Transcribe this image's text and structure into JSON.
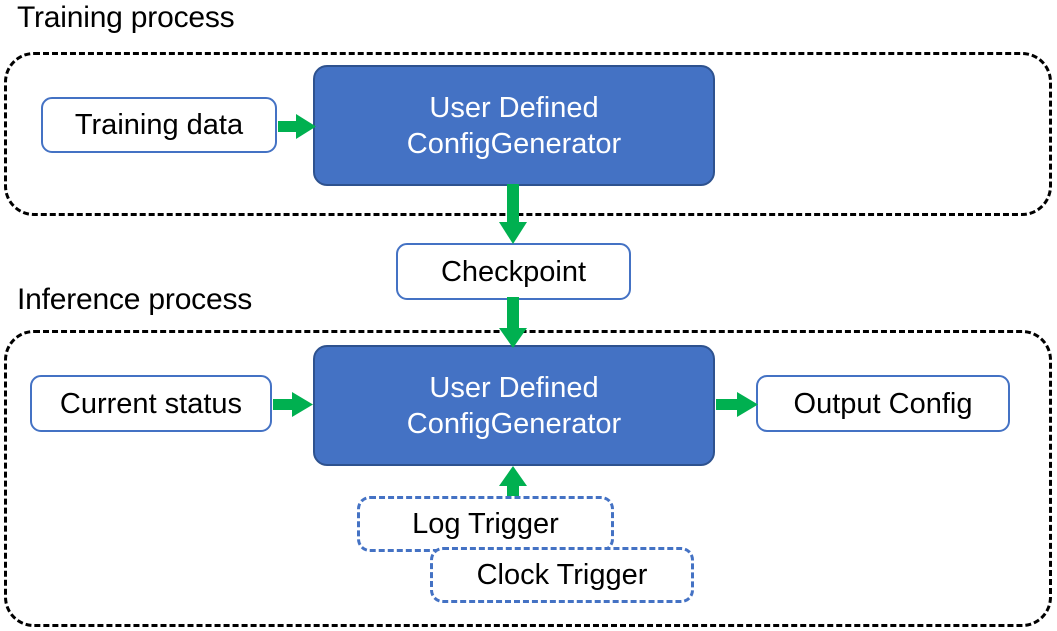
{
  "diagram": {
    "title_training": "Training process",
    "title_inference": "Inference process",
    "colors": {
      "accent_blue": "#4472C4",
      "blue_border": "#2E528F",
      "arrow_green": "#00B050",
      "container_dash": "#000000",
      "text_dark": "#000000",
      "text_light": "#FFFFFF"
    }
  },
  "training": {
    "input_box": "Training data",
    "process_box_line1": "User Defined",
    "process_box_line2": "ConfigGenerator"
  },
  "checkpoint": {
    "label": "Checkpoint"
  },
  "inference": {
    "input_box": "Current status",
    "process_box_line1": "User Defined",
    "process_box_line2": "ConfigGenerator",
    "output_box": "Output Config",
    "triggers": [
      {
        "label": "Log Trigger"
      },
      {
        "label": "Clock Trigger"
      }
    ]
  },
  "arrows": [
    {
      "name": "training-data-to-generator",
      "direction": "right"
    },
    {
      "name": "generator-to-checkpoint",
      "direction": "down"
    },
    {
      "name": "checkpoint-to-generator",
      "direction": "down"
    },
    {
      "name": "current-status-to-generator",
      "direction": "right"
    },
    {
      "name": "generator-to-output-config",
      "direction": "right"
    },
    {
      "name": "triggers-to-generator",
      "direction": "up"
    }
  ]
}
